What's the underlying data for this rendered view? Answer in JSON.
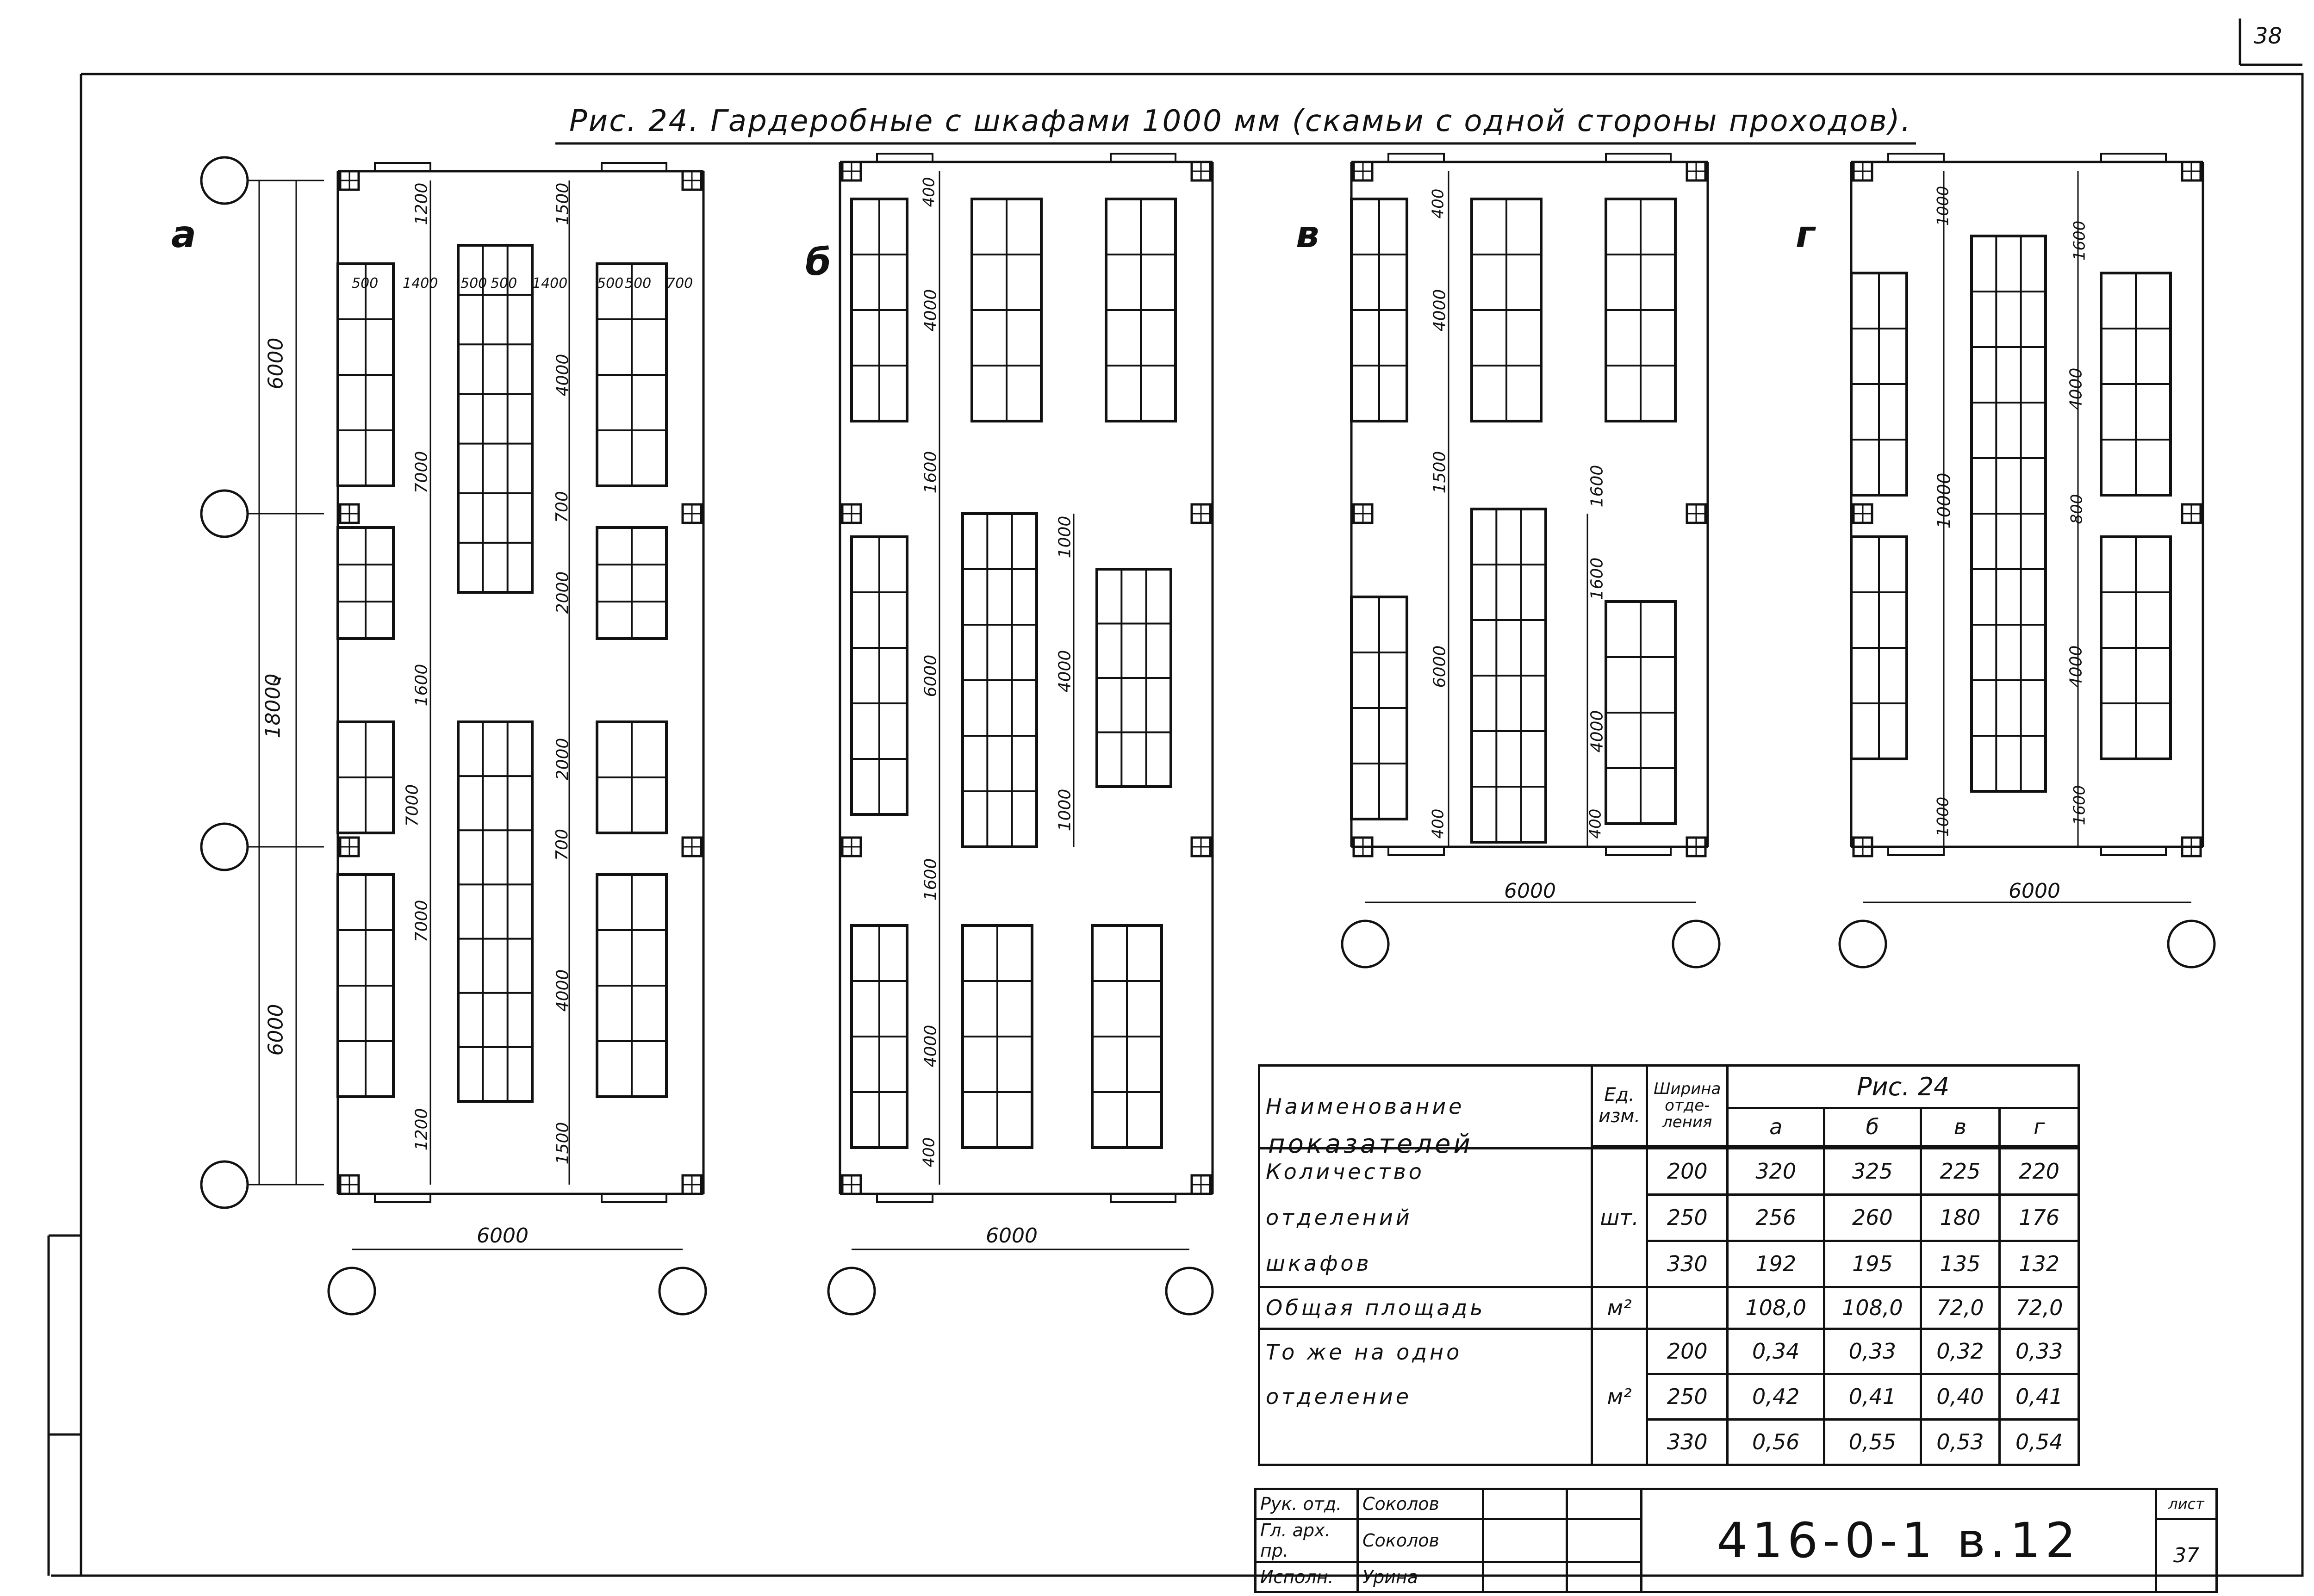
{
  "page_number": "38",
  "title": "Рис. 24.  Гардеробные с шкафами 1000 мм (скамьи с одной стороны проходов).",
  "panels": [
    {
      "letter": "а",
      "dims_vertical_outer": [
        "6000",
        "18000",
        "6000"
      ],
      "ditto": "„",
      "dims_top_row": [
        "500",
        "1400",
        "500",
        "500",
        "1400",
        "500",
        "500",
        "700"
      ],
      "dims_column_1": [
        "1200",
        "7000",
        "1600",
        "7000",
        "7000",
        "1200"
      ],
      "dims_column_2": [
        "1500",
        "4000",
        "700",
        "2000",
        "2000",
        "700",
        "4000",
        "1500"
      ],
      "dim_bottom": "6000"
    },
    {
      "letter": "б",
      "dims_column_1": [
        "400",
        "4000",
        "1600",
        "6000",
        "1600",
        "4000",
        "400"
      ],
      "dims_column_2": [
        "1000",
        "4000",
        "1000"
      ],
      "dim_bottom": "6000"
    },
    {
      "letter": "в",
      "dims_column_1": [
        "400",
        "4000",
        "1500",
        "6000",
        "400"
      ],
      "dims_column_2": [
        "1600",
        "1600",
        "4000",
        "400"
      ],
      "dim_bottom": "6000"
    },
    {
      "letter": "г",
      "dims_column_1": [
        "1000",
        "10000",
        "1000"
      ],
      "dims_column_2": [
        "1600",
        "4000",
        "800",
        "4000",
        "1600"
      ],
      "dim_bottom": "6000"
    }
  ],
  "table": {
    "header_name_1": "Наименование",
    "header_name_2": "показателей",
    "header_unit_1": "Ед.",
    "header_unit_2": "изм.",
    "header_width_1": "Ширина",
    "header_width_2": "отде-",
    "header_width_3": "ления",
    "header_group": "Рис. 24",
    "columns": [
      "а",
      "б",
      "в",
      "г"
    ],
    "rows": [
      {
        "label": "Количество",
        "unit": "",
        "width": "200",
        "values": [
          "320",
          "325",
          "225",
          "220"
        ]
      },
      {
        "label": "отделений",
        "unit": "шт.",
        "width": "250",
        "values": [
          "256",
          "260",
          "180",
          "176"
        ]
      },
      {
        "label": "шкафов",
        "unit": "",
        "width": "330",
        "values": [
          "192",
          "195",
          "135",
          "132"
        ]
      },
      {
        "label": "Общая площадь",
        "unit": "м²",
        "width": "",
        "values": [
          "108,0",
          "108,0",
          "72,0",
          "72,0"
        ]
      },
      {
        "label": "То же на одно",
        "unit": "",
        "width": "200",
        "values": [
          "0,34",
          "0,33",
          "0,32",
          "0,33"
        ]
      },
      {
        "label": "отделение",
        "unit": "м²",
        "width": "250",
        "values": [
          "0,42",
          "0,41",
          "0,40",
          "0,41"
        ]
      },
      {
        "label": "",
        "unit": "",
        "width": "330",
        "values": [
          "0,56",
          "0,55",
          "0,53",
          "0,54"
        ]
      }
    ]
  },
  "stamp": {
    "rows": [
      {
        "role": "Рук. отд.",
        "name": "Соколов"
      },
      {
        "role": "Гл. арх. пр.",
        "name": "Соколов"
      },
      {
        "role": "Исполн.",
        "name": "Урина"
      }
    ],
    "code": "416-0-1  в.12",
    "sheet_label": "лист",
    "sheet_number": "37"
  }
}
